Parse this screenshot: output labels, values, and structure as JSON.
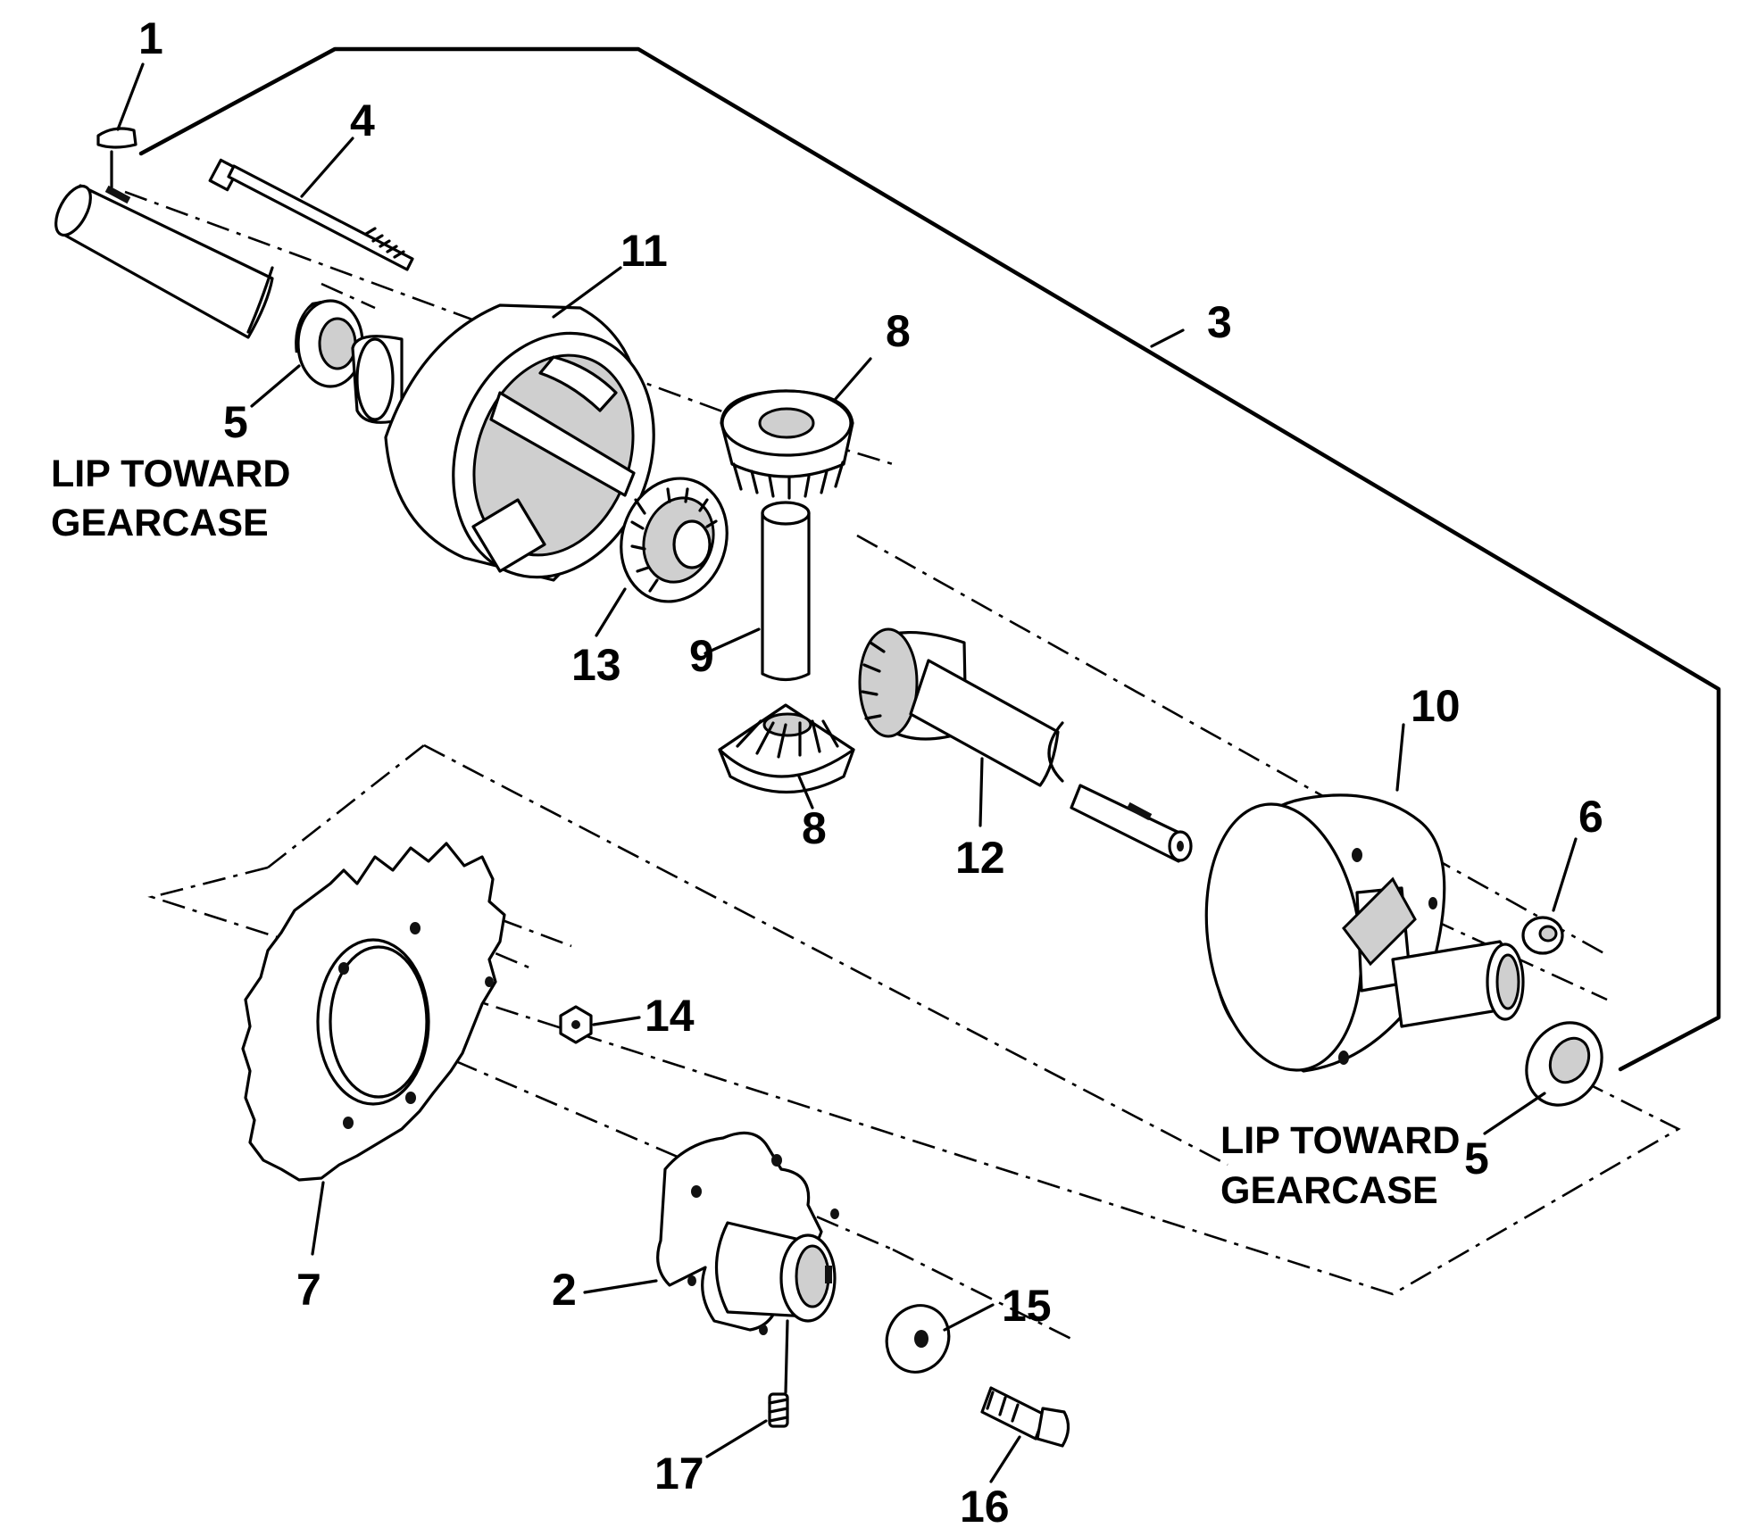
{
  "callouts": {
    "c1": "1",
    "c2": "2",
    "c3": "3",
    "c4": "4",
    "c5a": "5",
    "c5b": "5",
    "c6": "6",
    "c7": "7",
    "c8a": "8",
    "c8b": "8",
    "c9": "9",
    "c10": "10",
    "c11": "11",
    "c12": "12",
    "c13": "13",
    "c14": "14",
    "c15": "15",
    "c16": "16",
    "c17": "17"
  },
  "notes": {
    "left_line1": "LIP TOWARD",
    "left_line2": "GEARCASE",
    "right_line1": "LIP TOWARD",
    "right_line2": "GEARCASE"
  }
}
